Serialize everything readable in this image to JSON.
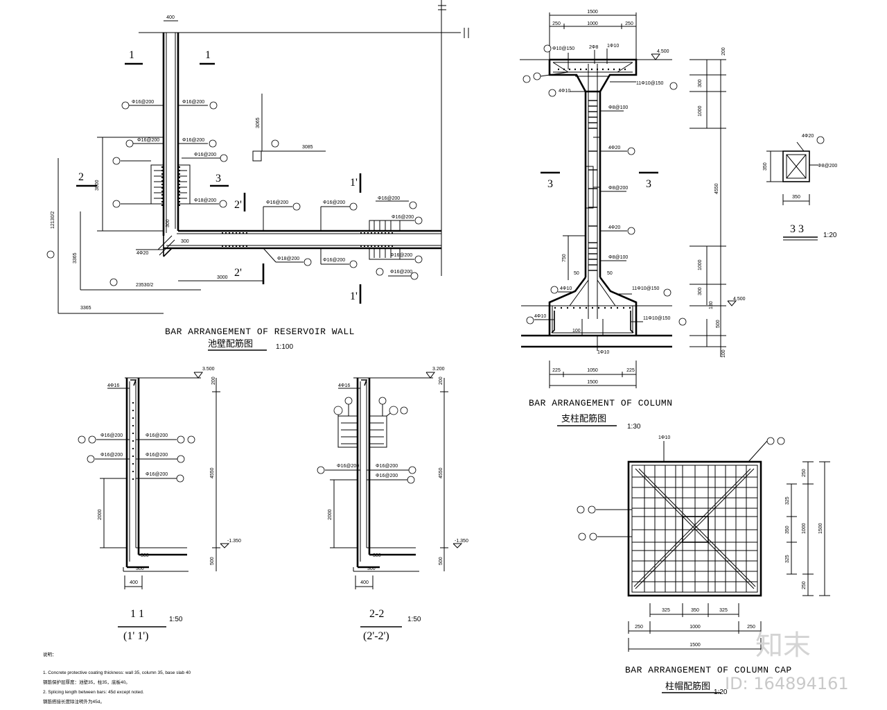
{
  "wall": {
    "title_en": "BAR ARRANGEMENT OF RESERVOIR WALL",
    "title_cn": "池壁配筋图",
    "scale": "1:100",
    "sec_1": "1",
    "sec_2": "2",
    "sec_3": "3",
    "sec_1p": "1'",
    "sec_2p": "2'",
    "dim_400": "400",
    "dim_3065": "3065",
    "dim_3085": "3085",
    "dim_3000": "3000",
    "dim_3000b": "3000",
    "dim_12130": "12130/2",
    "dim_3365": "3365",
    "dim_3365b": "3365",
    "dim_23530": "23530/2",
    "dim_300a": "300",
    "dim_300b": "300",
    "bar_16_200": "Φ16@200",
    "bar_4_20": "4Φ20",
    "bar_18_200": "Φ18@200"
  },
  "column": {
    "title_en": "BAR ARRANGEMENT OF COLUMN",
    "title_cn": "支柱配筋图",
    "scale": "1:30",
    "dim_1500": "1500",
    "dim_250a": "250",
    "dim_1000": "1000",
    "dim_250b": "250",
    "dim_225a": "225",
    "dim_1050": "1050",
    "dim_225b": "225",
    "dim_1500b": "1500",
    "bar_10_150": "Φ10@150",
    "bar_2_8": "2Φ8",
    "bar_1_10": "1Φ10",
    "bar_4_10": "4Φ10",
    "bar_11_10_150": "11Φ10@150",
    "bar_8_100": "Φ8@100",
    "bar_4_20": "4Φ20",
    "bar_8_200": "Φ8@200",
    "dim_750": "750",
    "dim_50": "50",
    "dim_100": "100",
    "dim_200": "200",
    "dim_300": "300",
    "dim_1000v": "1000",
    "dim_4550": "4550",
    "dim_130": "130",
    "dim_500": "500",
    "elev_top": "4.500",
    "elev_mid": "4.500",
    "sec_3": "3"
  },
  "section33": {
    "label": "3  3",
    "scale": "1:20",
    "dim_350v": "350",
    "dim_350h": "350",
    "bar_4_20": "4Φ20",
    "bar_8_200": "Φ8@200"
  },
  "sec11": {
    "label": "1  1",
    "label2": "(1'  1')",
    "scale": "1:50",
    "bar_4_16": "4Φ16",
    "bar_16_200": "Φ16@200",
    "dim_200": "200",
    "dim_4550": "4550",
    "dim_2000": "2000",
    "dim_500": "500",
    "dim_400": "400",
    "dim_300": "300",
    "elev_top": "3.500",
    "elev_bot": "-1.350"
  },
  "sec22": {
    "label": "2-2",
    "label2": "(2'-2')",
    "scale": "1:50",
    "bar_4_16": "4Φ16",
    "bar_16_200": "Φ16@200",
    "dim_200": "200",
    "dim_4550": "4550",
    "dim_2000": "2000",
    "dim_500": "500",
    "dim_400": "400",
    "dim_300": "300",
    "elev_top": "3.200",
    "elev_bot": "-1.350"
  },
  "cap": {
    "title_en": "BAR ARRANGEMENT OF COLUMN CAP",
    "title_cn": "柱帽配筋图",
    "scale": "1:20",
    "bar_1_10": "1Φ10",
    "dim_325a": "325",
    "dim_350": "350",
    "dim_325b": "325",
    "dim_250a": "250",
    "dim_1000": "1000",
    "dim_250b": "250",
    "dim_1500": "1500",
    "dim_250v": "250",
    "dim_325v": "325",
    "dim_350v": "350",
    "dim_325v2": "325",
    "dim_250v2": "250",
    "dim_1000v": "1000",
    "dim_1500v": "1500"
  },
  "notes": {
    "head": "说明：",
    "line1": "1. Concrete protective coating thickness: wall 35, column 35, base slab 40",
    "line2": "   钢筋保护层厚度：池壁35，柱35，底板40。",
    "line3": "2. Splicing length between bars: 45d except noted.",
    "line4": "   钢筋搭接长度除注明外为45d。"
  },
  "watermark": {
    "brand": "知末",
    "id": "ID: 164894161"
  }
}
